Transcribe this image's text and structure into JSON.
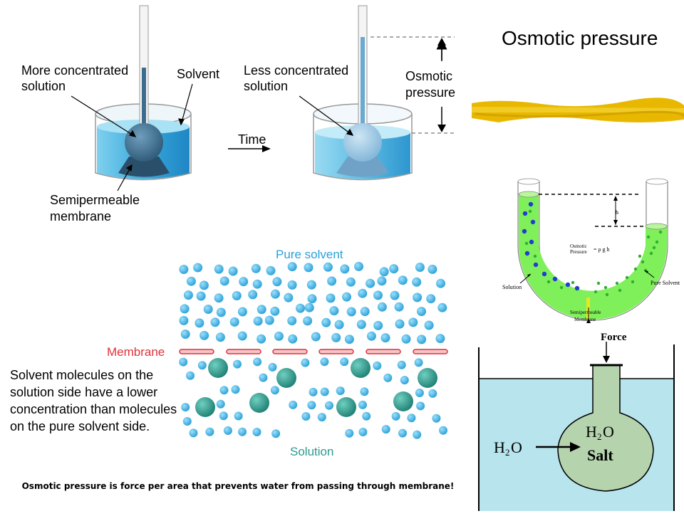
{
  "title": "Osmotic pressure",
  "caption": "Osmotic pressure is force per area that prevents water from passing through membrane!",
  "top_diagram": {
    "more_concentrated_1": "More concentrated",
    "more_concentrated_2": "solution",
    "solvent": "Solvent",
    "time": "Time",
    "less_concentrated_1": "Less concentrated",
    "less_concentrated_2": "solution",
    "osmotic_1": "Osmotic",
    "osmotic_2": "pressure",
    "semipermeable_1": "Semipermeable",
    "semipermeable_2": "membrane"
  },
  "molecular_diagram": {
    "pure_solvent": "Pure solvent",
    "membrane": "Membrane",
    "solution": "Solution",
    "description_lines": [
      "Solvent molecules on the",
      "solution side have a lower",
      "concentration than molecules",
      "on the pure solvent side."
    ]
  },
  "u_tube": {
    "h": "h",
    "osmotic": "Osmotic",
    "pressure": "Pressure",
    "formula": "= ρ g h",
    "solution": "Solution",
    "pure_solvent": "Pure Solvent",
    "semipermeable": "Semipermeable",
    "membrane": "Membrane"
  },
  "force_diagram": {
    "force": "Force",
    "h2o_left": "H",
    "h2o_left_sub": "2",
    "h2o_left_o": "O",
    "h2o_bulb": "H",
    "h2o_bulb_sub": "2",
    "h2o_bulb_o": "O",
    "salt": "Salt"
  },
  "colors": {
    "water_blue": "#4bb1dd",
    "solution_dark": "#2f6f8f",
    "molecule": "#3aaee0",
    "solute": "#2a9a8e",
    "membrane": "#e0303a",
    "highlight": "#e8b800",
    "utube_green": "#7ff05a",
    "tank_water": "#b8e4ee",
    "bulb": "#b5d4ae"
  }
}
